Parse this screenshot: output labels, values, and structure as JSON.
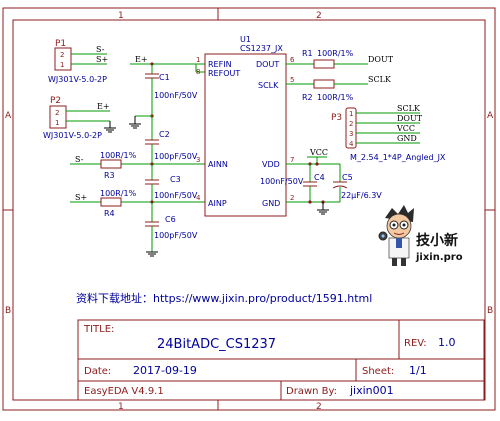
{
  "frame": {
    "cols": [
      "1",
      "2"
    ],
    "rows": [
      "A",
      "B"
    ]
  },
  "connectors": {
    "p1": {
      "ref": "P1",
      "model": "WJ301V-5.0-2P",
      "pins": [
        "2",
        "1"
      ],
      "nets": [
        "S-",
        "S+"
      ]
    },
    "p2": {
      "ref": "P2",
      "model": "WJ301V-5.0-2P",
      "pins": [
        "2",
        "1"
      ],
      "nets": [
        "E+",
        ""
      ]
    },
    "p3": {
      "ref": "P3",
      "model": "M_2.54_1*4P_Angled_JX",
      "pins": [
        "1",
        "2",
        "3",
        "4"
      ],
      "nets": [
        "SCLK",
        "DOUT",
        "VCC",
        "GND"
      ]
    }
  },
  "ic": {
    "ref": "U1",
    "model": "CS1237_JX",
    "left_pins": [
      {
        "num": "1",
        "name": "REFIN"
      },
      {
        "num": "8",
        "name": "REFOUT"
      },
      {
        "num": "3",
        "name": "AINN"
      },
      {
        "num": "4",
        "name": "AINP"
      }
    ],
    "right_pins": [
      {
        "num": "6",
        "name": "DOUT"
      },
      {
        "num": "5",
        "name": "SCLK"
      },
      {
        "num": "7",
        "name": "VDD"
      },
      {
        "num": "2",
        "name": "GND"
      }
    ]
  },
  "components": {
    "c1": {
      "ref": "C1",
      "value": "100nF/50V"
    },
    "c2": {
      "ref": "C2",
      "value": "100pF/50V"
    },
    "c3": {
      "ref": "C3",
      "value": "100nF/50V"
    },
    "c4": {
      "ref": "C4",
      "value": "100nF/50V"
    },
    "c5": {
      "ref": "C5",
      "value": "22μF/6.3V"
    },
    "c6": {
      "ref": "C6",
      "value": "100pF/50V"
    },
    "r1": {
      "ref": "R1",
      "value": "100R/1%"
    },
    "r2": {
      "ref": "R2",
      "value": "100R/1%"
    },
    "r3": {
      "ref": "R3",
      "value": "100R/1%"
    },
    "r4": {
      "ref": "R4",
      "value": "100R/1%"
    }
  },
  "nets": {
    "e_plus": "E+",
    "s_minus": "S-",
    "s_plus": "S+",
    "dout": "DOUT",
    "sclk": "SCLK",
    "vcc": "VCC"
  },
  "logo": {
    "brand": "技小新",
    "site": "jixin.pro"
  },
  "download_note": "资料下载地址：https://www.jixin.pro/product/1591.html",
  "title_block": {
    "title_label": "TITLE:",
    "title_value": "24BitADC_CS1237",
    "rev_label": "REV:",
    "rev_value": "1.0",
    "date_label": "Date:",
    "date_value": "2017-09-19",
    "sheet_label": "Sheet:",
    "sheet_value": "1/1",
    "tool": "EasyEDA V4.9.1",
    "drawn_label": "Drawn By:",
    "drawn_value": "jixin001"
  },
  "colors": {
    "frame": "#8c1c1c",
    "wire": "#009900",
    "label": "#000099"
  }
}
